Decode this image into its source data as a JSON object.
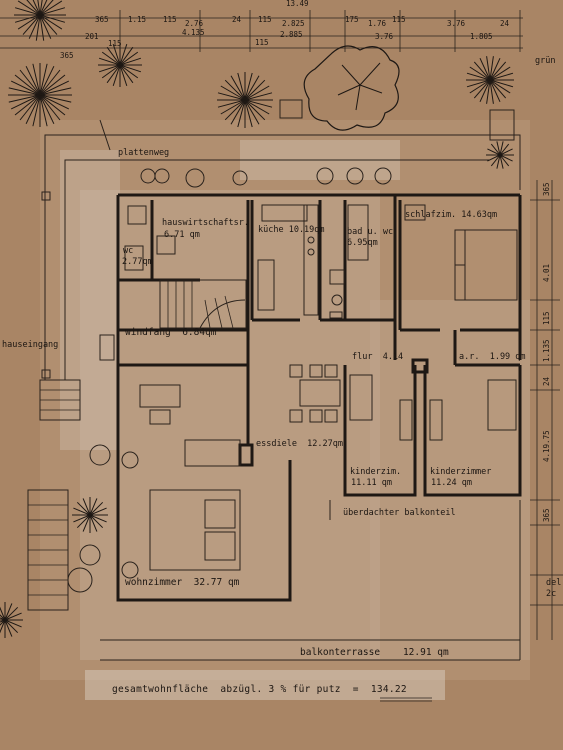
{
  "plan": {
    "rooms": {
      "plattenweg": "plattenweg",
      "hauswirtschaft": "hauswirtschaftsr.",
      "hauswirtschaft_area": "6.71 qm",
      "wc": "wc",
      "wc_area": "2.77qm",
      "kueche": "küche 10.19qm",
      "bad": "bad u. wc",
      "bad_area": "6.95qm",
      "schlafzimmer": "schlafzim. 14.63qm",
      "windfang": "windfang  6.84qm",
      "flur": "flur  4.14",
      "ar": "a.r.  1.99 qm",
      "hauseingang": "hauseingang",
      "essdiele": "essdiele  12.27qm",
      "kinderzimmer1": "kinderzim.",
      "kinderzimmer1_area": "11.11 qm",
      "kinderzimmer2": "kinderzimmer",
      "kinderzimmer2_area": "11.24 qm",
      "balkonteil": "überdachter balkonteil",
      "wohnzimmer": "wohnzimmer  32.77 qm",
      "balkonterrasse": "balkonterrasse    12.91 qm",
      "gruen": "grün",
      "del": "del",
      "del2": "2c"
    },
    "total_line": "gesamtwohnfläche  abzügl. 3 % für putz  =  134.22",
    "top_dims": {
      "d1": "13.49",
      "d2": "365",
      "d3": "201",
      "d4": "1.15",
      "d5": "115",
      "d6": "2.76",
      "d7": "4.135",
      "d8": "24",
      "d9": "115",
      "d10": "2.825",
      "d11": "2.885",
      "d12": "115",
      "d13": "175",
      "d14": "1.76",
      "d15": "115",
      "d16": "3.76",
      "d17": "3.76",
      "d18": "1.805",
      "d19": "24",
      "d20": "365",
      "d21": "115"
    },
    "right_dims": {
      "r1": "365",
      "r2": "4.01",
      "r3": "115",
      "r4": "1.135",
      "r5": "24",
      "r6": "4.19.75",
      "r7": "365"
    }
  }
}
